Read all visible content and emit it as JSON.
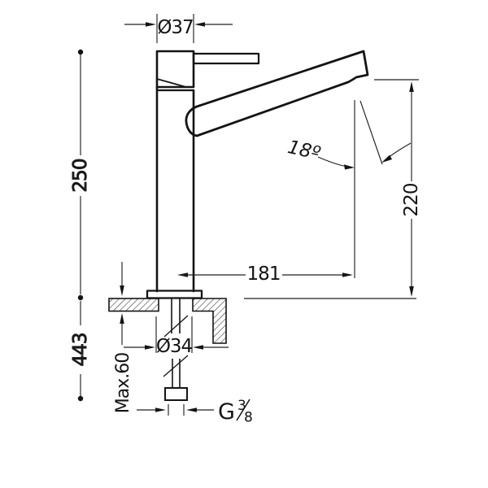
{
  "drawing": {
    "labels": {
      "top_diameter": "Ø37",
      "height_above_counter": "250",
      "length_below_counter": "443",
      "outlet_height": "220",
      "spout_reach": "181",
      "spout_angle": "18º",
      "hole_diameter": "Ø34",
      "max_counter_thickness": "Max.60",
      "thread_prefix": "G",
      "thread_numerator": "3",
      "thread_denominator": "8"
    }
  }
}
